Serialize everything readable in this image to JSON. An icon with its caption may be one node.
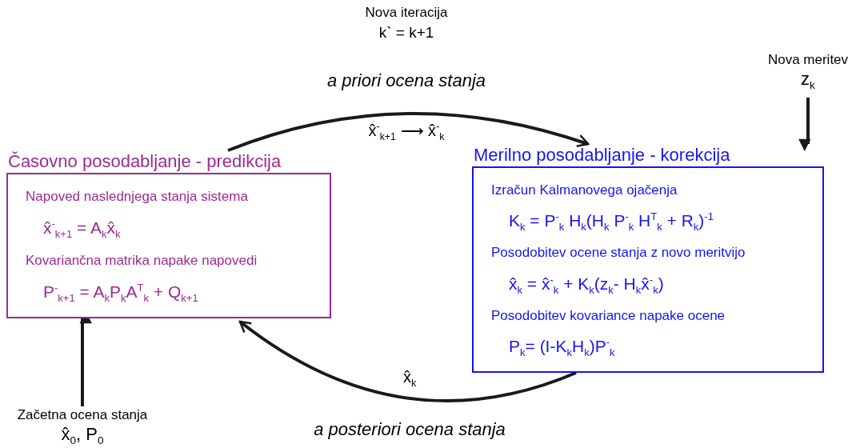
{
  "diagram": {
    "nodes": [
      {
        "text": [
          "Časovno posodabljanje - predikcija",
          "Napoved naslednjega stanja sistema",
          "x̂$^{-}$$_{k+1}$ = A$_{k}$x̂$_{k}$",
          "Kovariančna matrika napake napovedi",
          "P$^{-}$$_{k+1}$ = A$_{k}$P$_{k}$A$^{T}$$_{k}$ + Q$_{k+1}$"
        ]
      },
      {
        "text": [
          "Merilno posodabljanje - korekcija",
          "Izračun Kalmanovega ojačenja",
          "K$_{k}$ = P$^{-}$$_{k}$ H$_{k}$(H$_{k}$ P$^{-}$$_{k}$ H$^{T}$$_{k}$ + R$_{k}$)$^{-1}$",
          "Posodobitev ocene stanja z novo meritvijo",
          "x̂$_{k}$ = x̂$^{-}$$_{k}$ + K$_{k}$(z$_{k}$- H$_{k}$x̂$^{-}$$_{k}$)",
          "Posodobitev kovariance napake ocene",
          "P$_{k}$= (I-K$_{k}$H$_{k}$)P$^{-}$$_{k}$"
        ]
      },
      {
        "text": [
          "Nova meritev",
          "z$_{k}$"
        ]
      },
      {
        "text": [
          "Začetna ocena stanja",
          "x̂$_{0}$, P$_{0}$"
        ]
      }
    ],
    "edges": [
      {
        "from": 0,
        "to": 1,
        "arrow": "to",
        "label": "a priori ocena stanja"
      },
      {
        "from": 1,
        "to": 0,
        "arrow": "to",
        "label": "a posteriori ocena stanja"
      },
      {
        "from": 2,
        "to": 1,
        "arrow": "to"
      },
      {
        "from": 3,
        "to": 0,
        "arrow": "to"
      }
    ],
    "labels": [
      "Nova iteracija",
      "k` = k+1",
      "x̂$^{-}$$_{k+1}$ ⟶ x̂$^{-}$$_{k}$",
      "x̂$_{k}$"
    ]
  }
}
